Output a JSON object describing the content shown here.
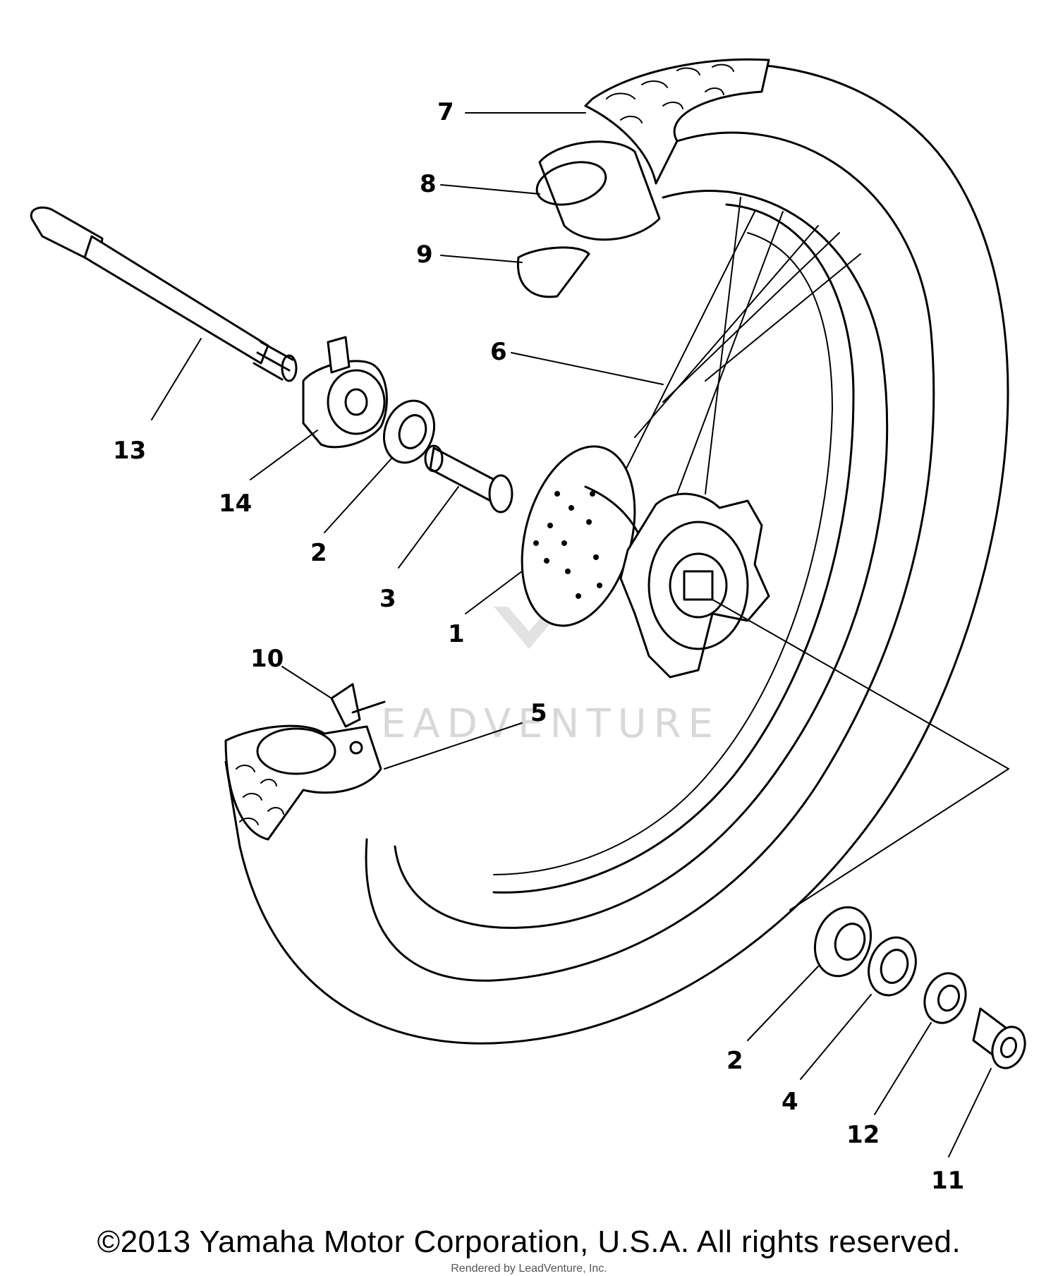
{
  "callouts": {
    "c1": "1",
    "c2a": "2",
    "c2b": "2",
    "c3": "3",
    "c4": "4",
    "c5": "5",
    "c6": "6",
    "c7": "7",
    "c8": "8",
    "c9": "9",
    "c10": "10",
    "c11": "11",
    "c12": "12",
    "c13": "13",
    "c14": "14"
  },
  "watermark": "EADVENTURE",
  "copyright": "©2013 Yamaha Motor Corporation, U.S.A. All rights reserved.",
  "rendered_by": "Rendered by LeadVenture, Inc."
}
